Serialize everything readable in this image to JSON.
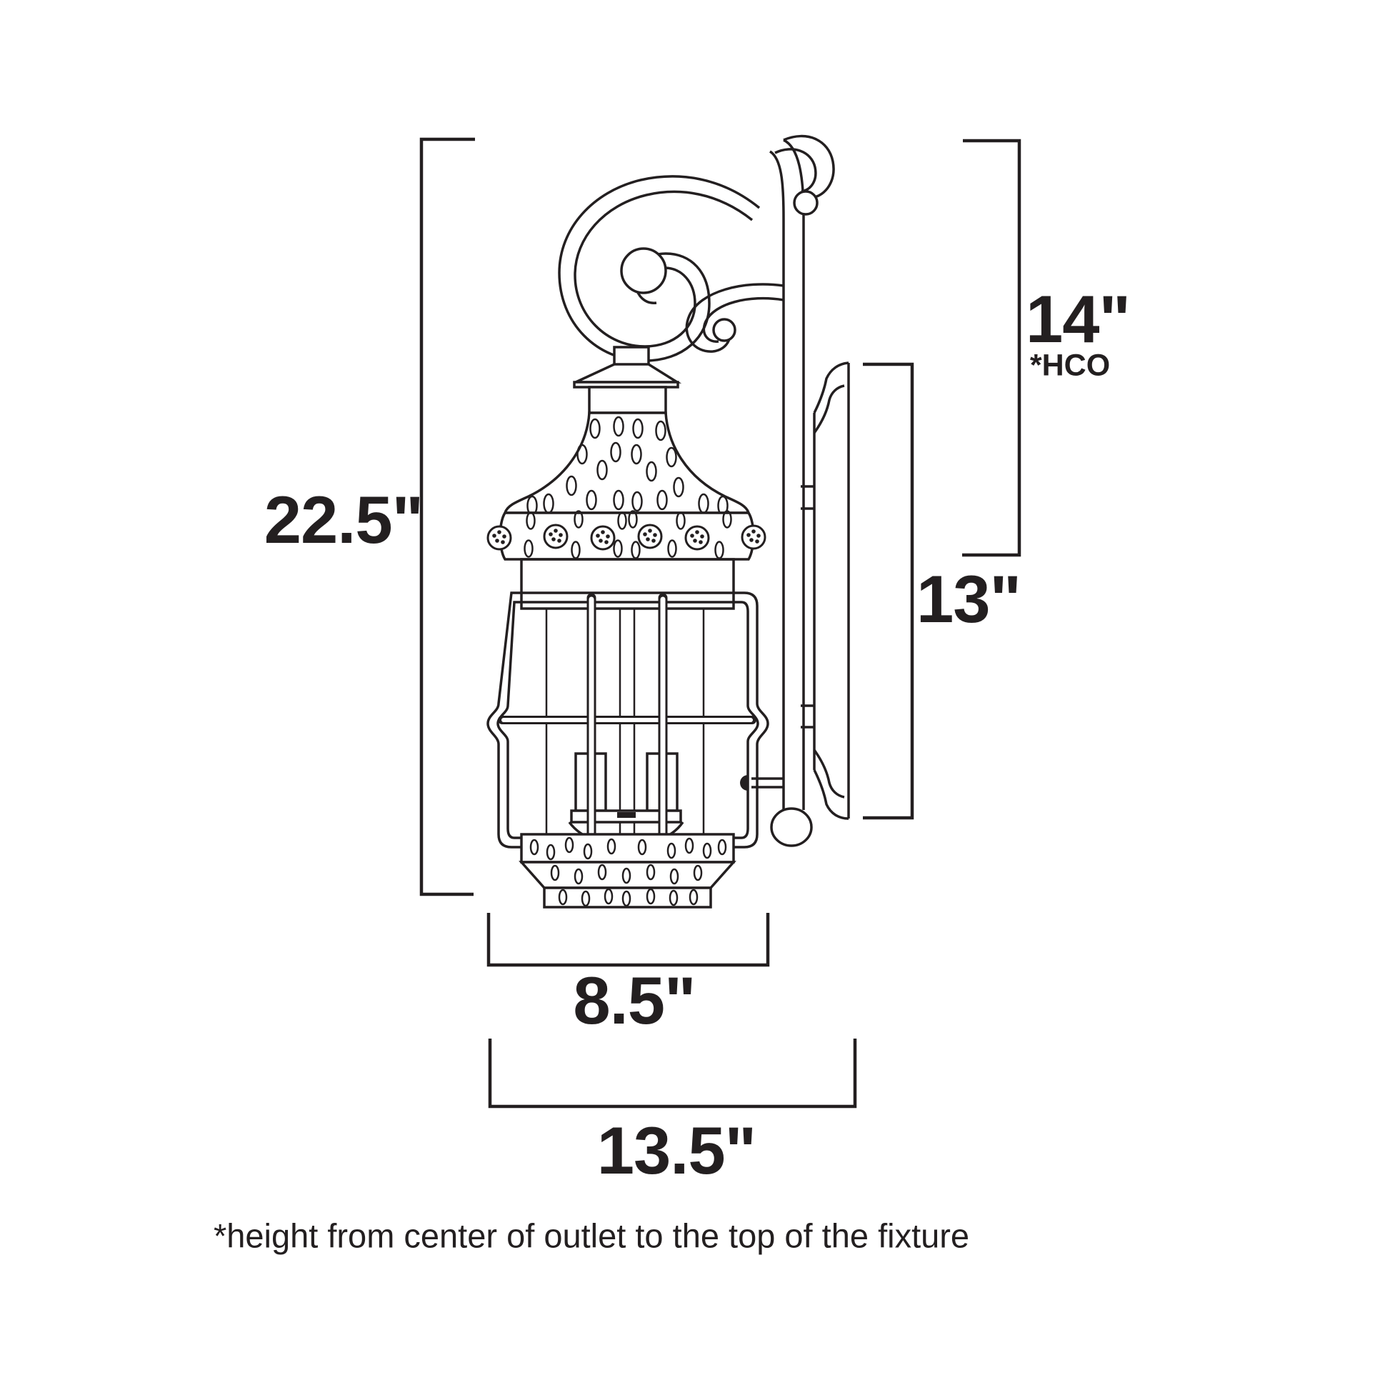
{
  "diagram": {
    "labels": {
      "overall_height": "22.5\"",
      "height_center_outlet": "14\"",
      "hco_abbrev": "*HCO",
      "backplate_height": "13\"",
      "lantern_width": "8.5\"",
      "overall_width": "13.5\""
    },
    "footnote": "*height from center of outlet to the top of the fixture",
    "colors": {
      "line": "#231f20",
      "background": "#ffffff"
    }
  }
}
